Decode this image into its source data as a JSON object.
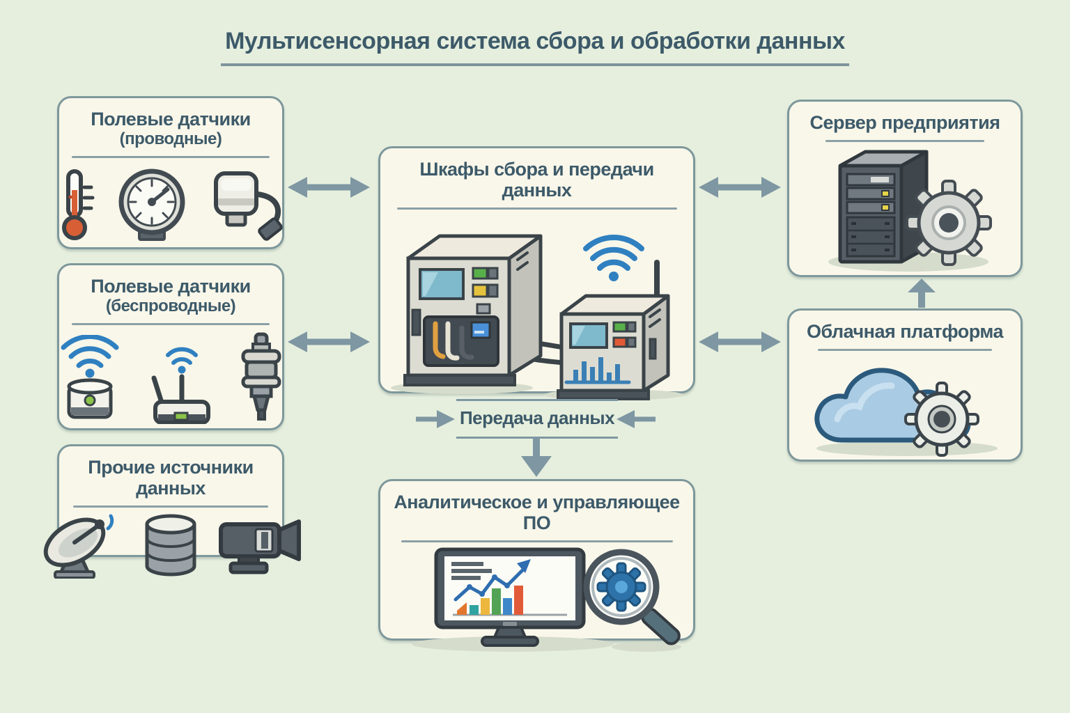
{
  "title": "Мультисенсорная система сбора и обработки данных",
  "nodes": {
    "wired_sensors": {
      "title": "Полевые датчики",
      "subtitle": "(проводные)",
      "icons": [
        "thermometer-icon",
        "pressure-gauge-icon",
        "wired-sensor-icon"
      ]
    },
    "wireless_sensors": {
      "title": "Полевые датчики",
      "subtitle": "(беспроводные)",
      "icons": [
        "wireless-sensor-icon",
        "radio-gateway-icon",
        "probe-sensor-icon"
      ]
    },
    "other_sources": {
      "title": "Прочие источники данных",
      "icons": [
        "satellite-dish-icon",
        "database-icon",
        "camera-icon"
      ]
    },
    "cabinets": {
      "title": "Шкафы сбора и передачи данных",
      "icons": [
        "wired-cabinet-illustration",
        "wireless-cabinet-illustration",
        "wifi-icon",
        "antenna-icon"
      ]
    },
    "transfer": {
      "label": "Передача данных"
    },
    "software": {
      "title": "Аналитическое и управляющее ПО",
      "icons": [
        "monitor-chart-illustration",
        "magnifier-gear-icon"
      ]
    },
    "server": {
      "title": "Сервер предприятия",
      "icons": [
        "server-tower-icon",
        "gear-icon"
      ]
    },
    "cloud": {
      "title": "Облачная платформа",
      "icons": [
        "cloud-icon",
        "gear-icon"
      ]
    }
  },
  "connections": [
    {
      "from": "wired_sensors",
      "to": "cabinets",
      "style": "double-headed"
    },
    {
      "from": "wireless_sensors",
      "to": "cabinets",
      "style": "double-headed"
    },
    {
      "from": "cabinets",
      "to": "server",
      "style": "double-headed"
    },
    {
      "from": "cabinets",
      "to": "cloud",
      "style": "double-headed"
    },
    {
      "from": "cloud",
      "to": "server",
      "style": "single-up"
    },
    {
      "from": "cabinets",
      "to": "transfer",
      "style": "into-label-both-sides"
    },
    {
      "from": "transfer",
      "to": "software",
      "style": "single-down"
    }
  ],
  "colors": {
    "background": "#e6efde",
    "panel_fill": "#f9f7ea",
    "panel_border": "#7e989b",
    "heading_text": "#3d5a69",
    "arrow": "#7e97a2",
    "wifi_blue": "#2f80c0",
    "thermometer_red": "#d85f35",
    "screen_blue": "#7fb9cc",
    "cloud_blue": "#a9cbe3",
    "chart_bar_colors": [
      "#e2762e",
      "#2fa3a0",
      "#ecb73c",
      "#53a356",
      "#3e87c8",
      "#e25b38"
    ]
  }
}
